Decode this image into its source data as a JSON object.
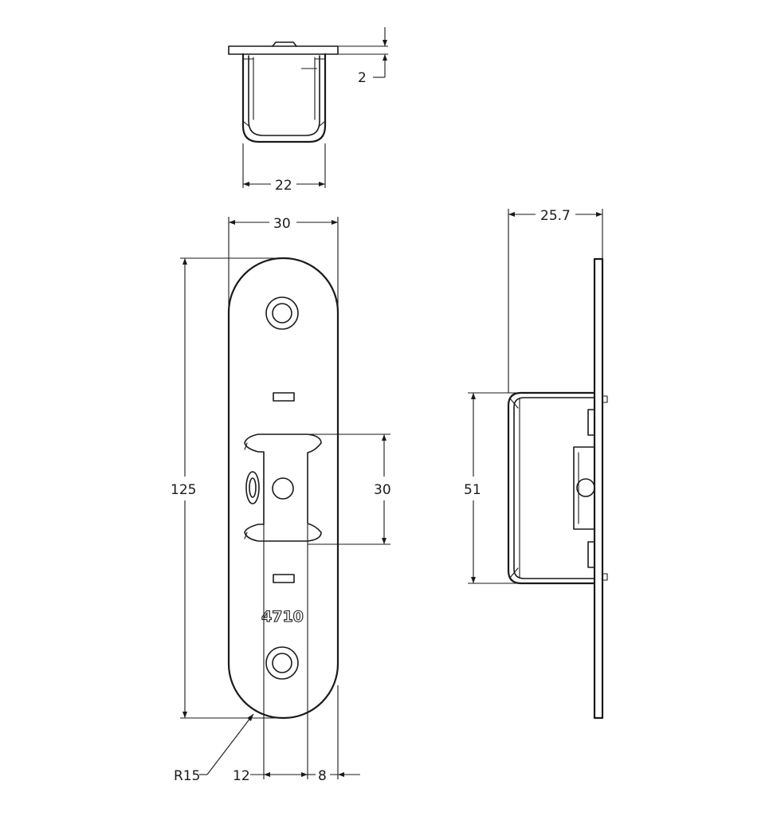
{
  "diagram": {
    "top_view": {
      "dim_thickness": "2",
      "dim_width": "22"
    },
    "front_view": {
      "dim_width": "30",
      "dim_height": "125",
      "dim_slot_height": "30",
      "dim_radius": "R15",
      "dim_left_offset": "12",
      "dim_right_offset": "8",
      "part_number": "4710"
    },
    "side_view": {
      "dim_depth": "25.7",
      "dim_box_height": "51"
    }
  }
}
